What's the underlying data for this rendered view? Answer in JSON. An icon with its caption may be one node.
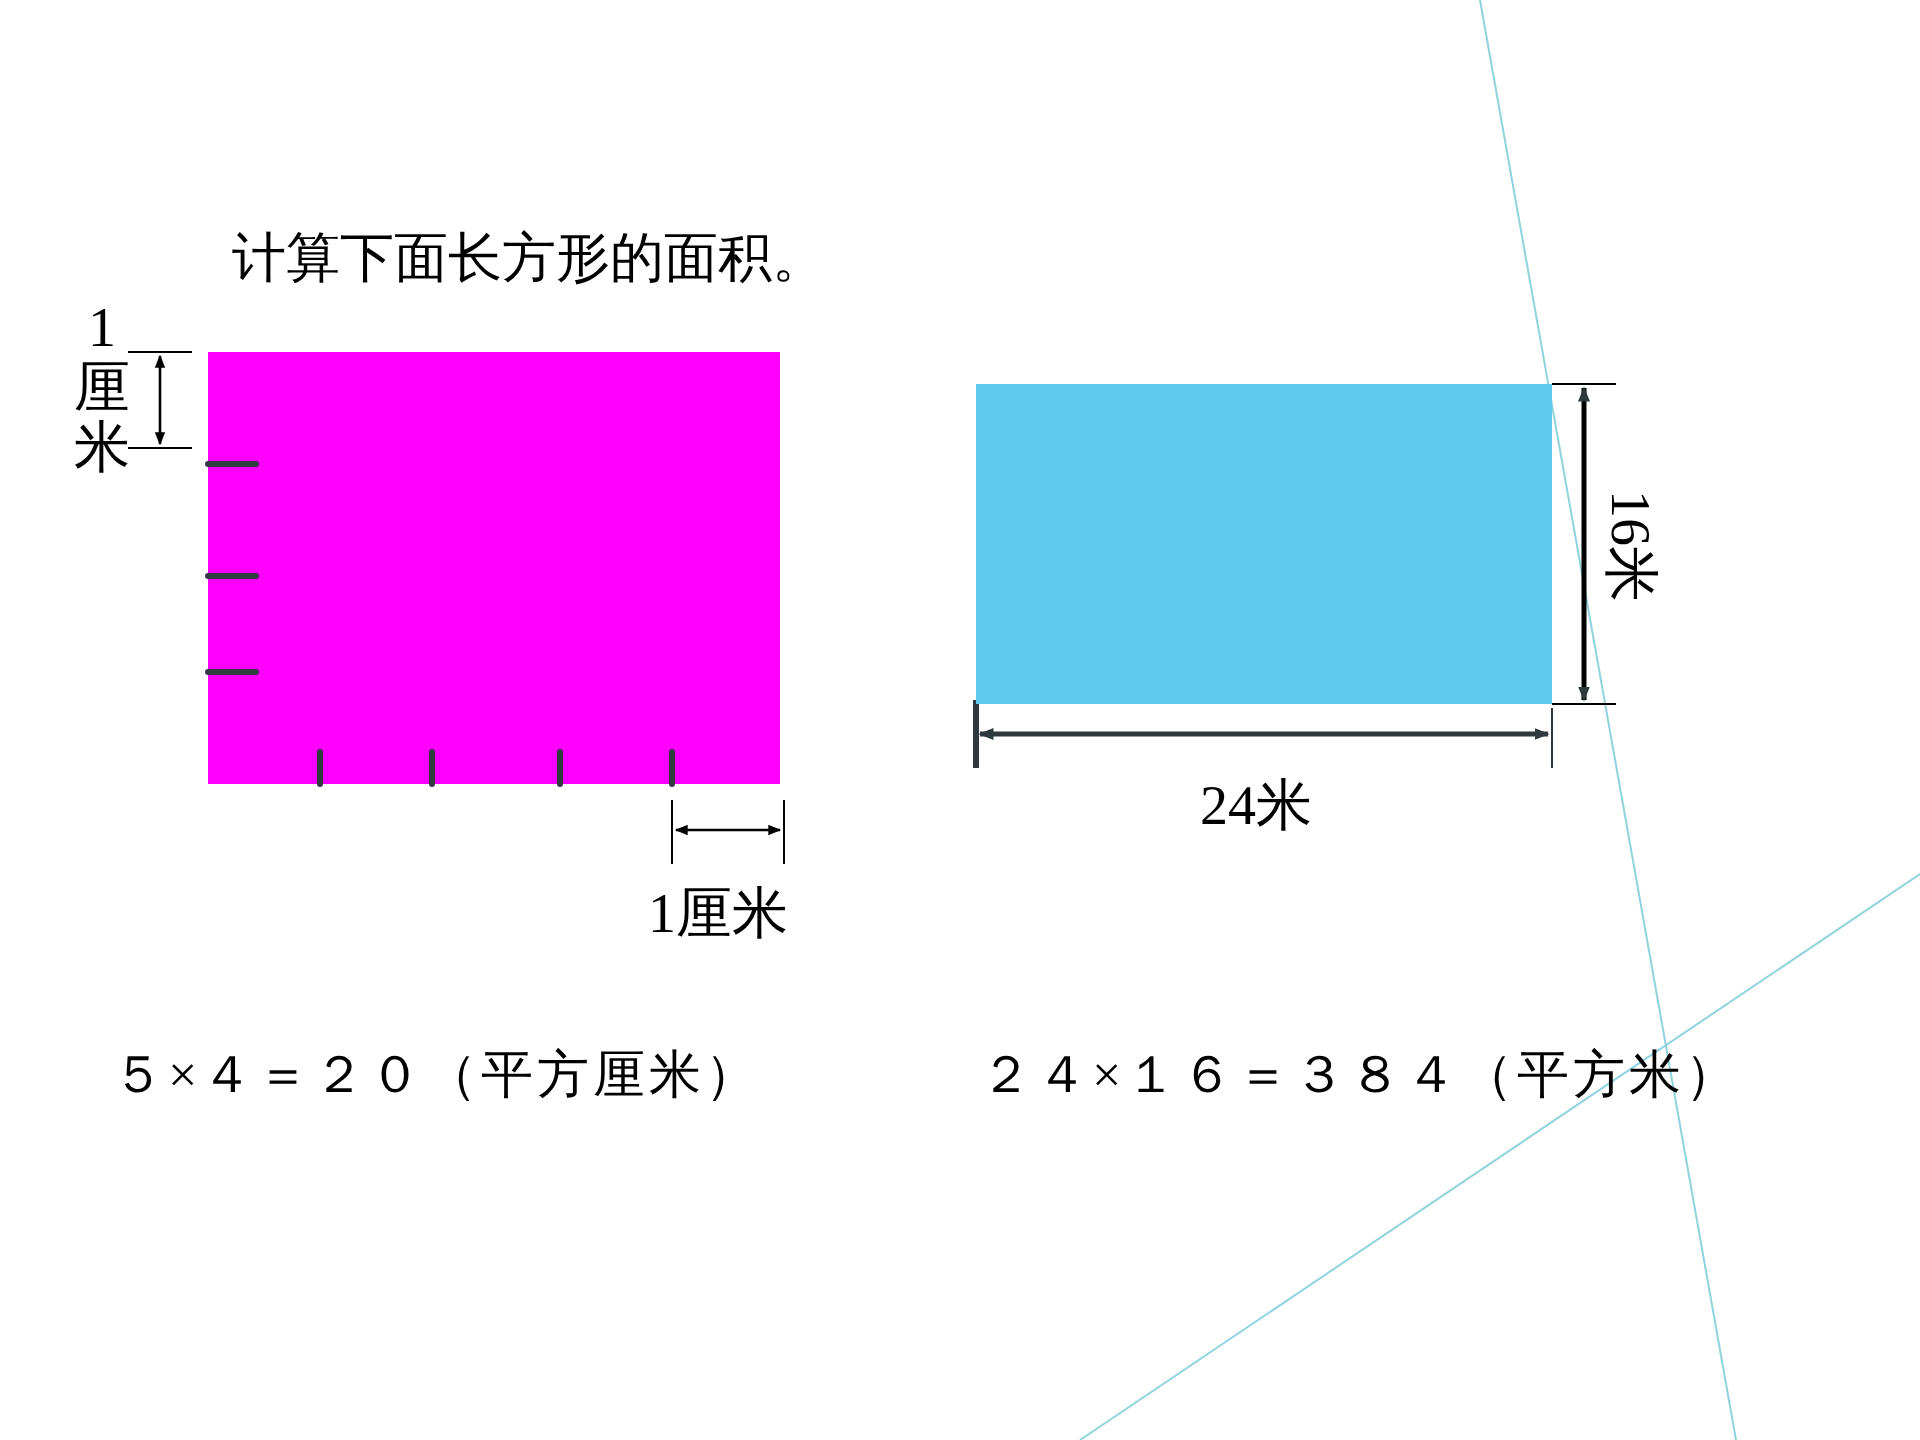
{
  "diagram": {
    "title": "计算下面长方形的面积。",
    "nodes": [
      {
        "text": [],
        "shape": "box"
      },
      {
        "text": [],
        "shape": "box"
      }
    ],
    "labels": [
      "1厘米",
      "1厘米",
      "16米",
      "24米",
      "５×４＝２０（平方厘米）",
      "２４×１６＝３８４（平方米）"
    ]
  }
}
